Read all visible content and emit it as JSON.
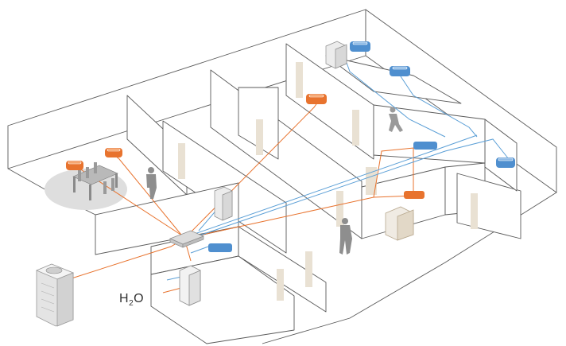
{
  "labels": {
    "water_main": "H",
    "water_sub": "2",
    "water_tail": "O"
  },
  "colors": {
    "refrigerant_pipe": "#e8732e",
    "control_wiring": "#5b9fd6",
    "ceiling_unit_orange": "#e8732e",
    "ceiling_unit_blue": "#4f8fcf",
    "outdoor_unit": "#e6e6e6",
    "door": "#e9e1d3",
    "wall_stroke": "#5a5a5a",
    "meeting_area_floor": "#dedede"
  },
  "icons": [
    "outdoor-condenser-icon",
    "branch-controller-icon",
    "hot-water-tank-icon",
    "ceiling-cassette-icon",
    "wall-mounted-unit-icon",
    "control-cabinet-icon",
    "person-icon",
    "conference-table-icon"
  ]
}
